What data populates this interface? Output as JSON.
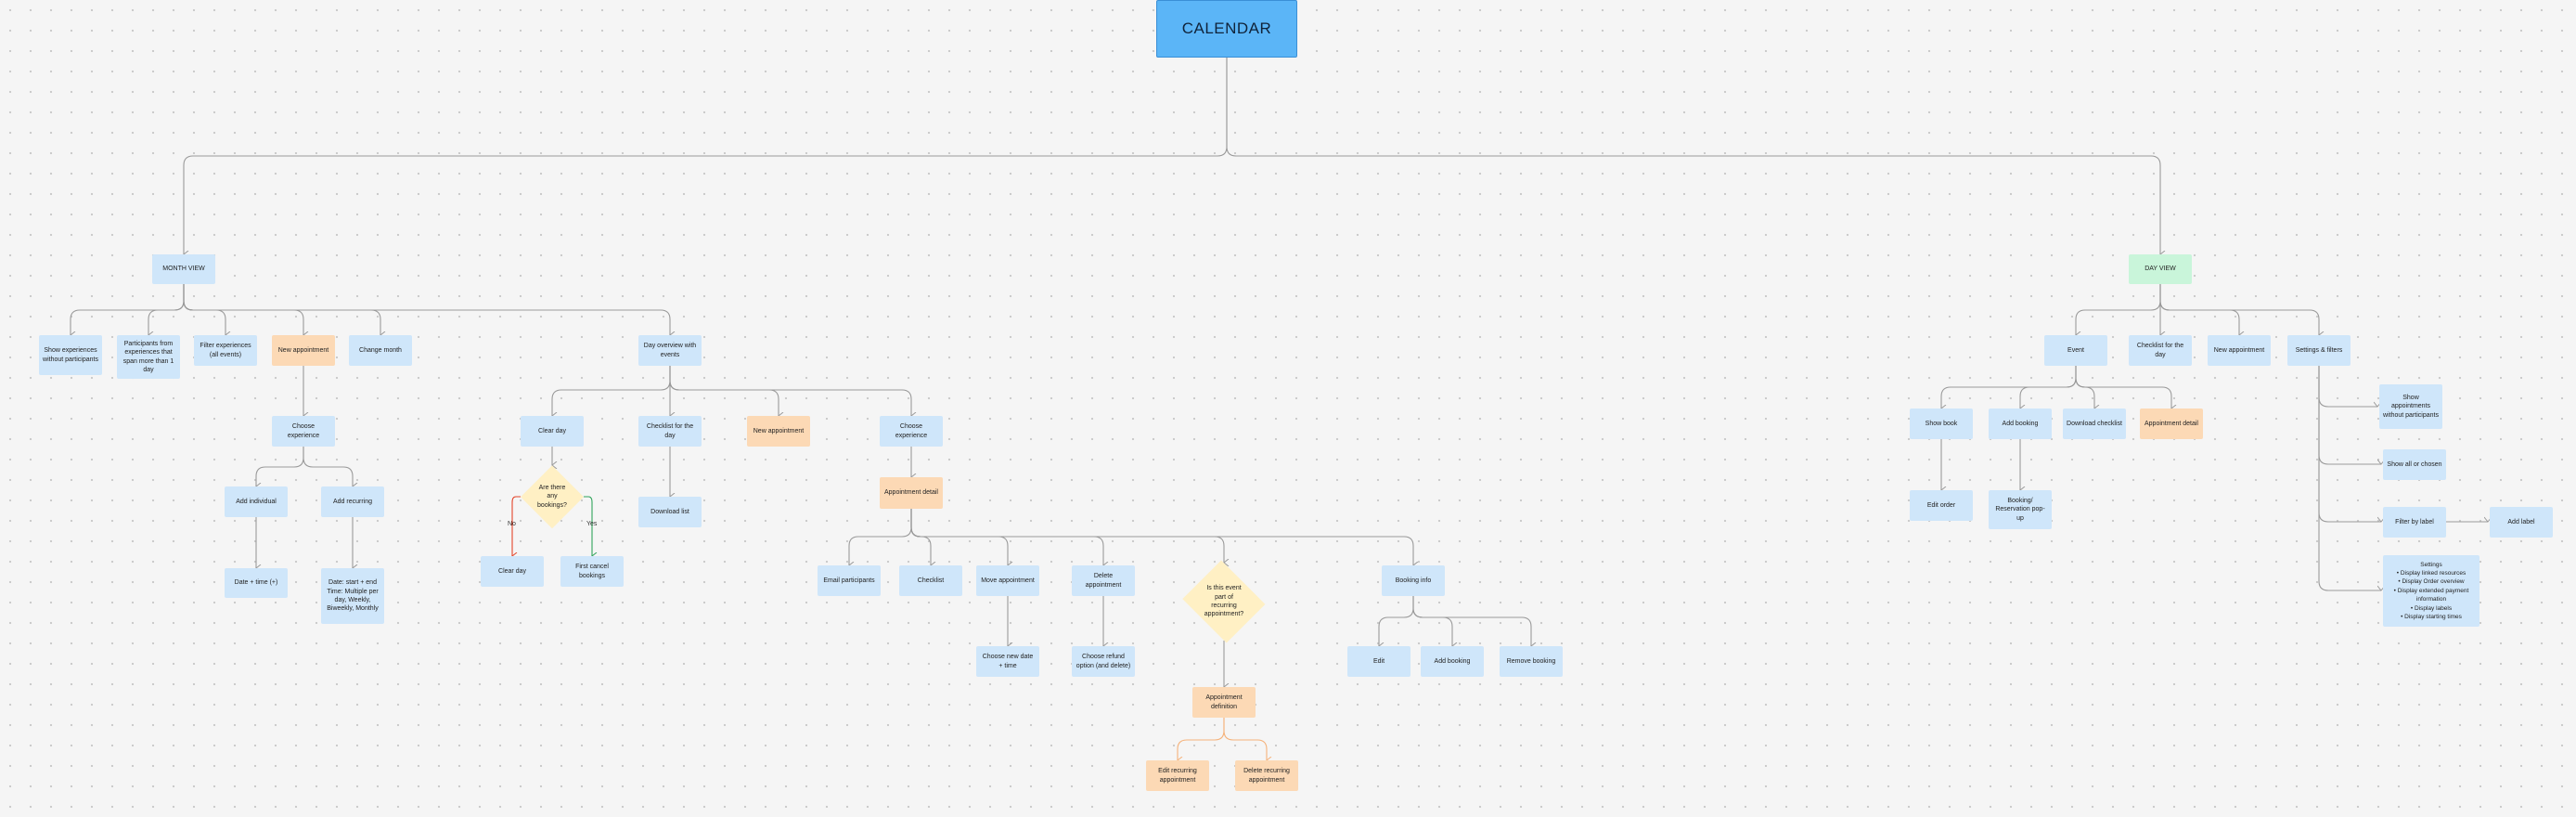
{
  "diagram": {
    "title": "CALENDAR",
    "month_view": {
      "label": "MONTH VIEW",
      "show_experiences": "Show experiences without participants",
      "participants_multi_day": "Participants from experiences that span more than 1 day",
      "filter_experiences": "Filter experiences (all events)",
      "new_appointment": "New appointment",
      "choose_experience": "Choose experience",
      "add_individual": "Add individual",
      "date_time": "Date + time (+)",
      "add_recurring": "Add recurring",
      "recurring_detail": "Date: start + end Time: Multiple per day, Weekly, Biweekly, Monthly",
      "change_month": "Change month",
      "day_overview": "Day overview with events",
      "clear_day": "Clear day",
      "any_bookings": "Are there any bookings?",
      "no_label": "No",
      "yes_label": "Yes",
      "clear_day_final": "Clear day",
      "first_cancel": "First cancel bookings",
      "checklist_for_day": "Checklist for the day",
      "download_list": "Download list",
      "new_appointment_2": "New appointment",
      "choose_experience_2": "Choose experience",
      "appointment_detail": "Appointment detail",
      "email_participants": "Email participants",
      "checklist": "Checklist",
      "move_appointment": "Move appointment",
      "choose_new_date": "Choose new date + time",
      "delete_appointment": "Delete appointment",
      "choose_refund": "Choose refund option (and delete)",
      "is_recurring": "Is this event part of recurring appointment?",
      "appointment_definition": "Appointment definition",
      "edit_recurring": "Edit recurring appointment",
      "delete_recurring": "Delete recurring appointment",
      "booking_info": "Booking info",
      "edit": "Edit",
      "add_booking": "Add booking",
      "remove_booking": "Remove booking"
    },
    "day_view": {
      "label": "DAY VIEW",
      "event": "Event",
      "show_book": "Show book",
      "edit_order": "Edit order",
      "add_booking": "Add booking",
      "booking_popup": "Booking/ Reservation pop-up",
      "download_checklist": "Download checklist",
      "appointment_detail": "Appointment detail",
      "checklist_for_day": "Checklist for the day",
      "new_appointment": "New appointment",
      "settings_filters": "Settings & filters",
      "show_appointments": "Show appointments without participants",
      "show_all": "Show all or chosen",
      "filter_by_label": "Filter by label",
      "add_label": "Add label",
      "settings": "Settings\n• Display linked resources\n• Display Order overview\n• Display extended payment information\n• Display labels\n• Display starting times"
    }
  }
}
